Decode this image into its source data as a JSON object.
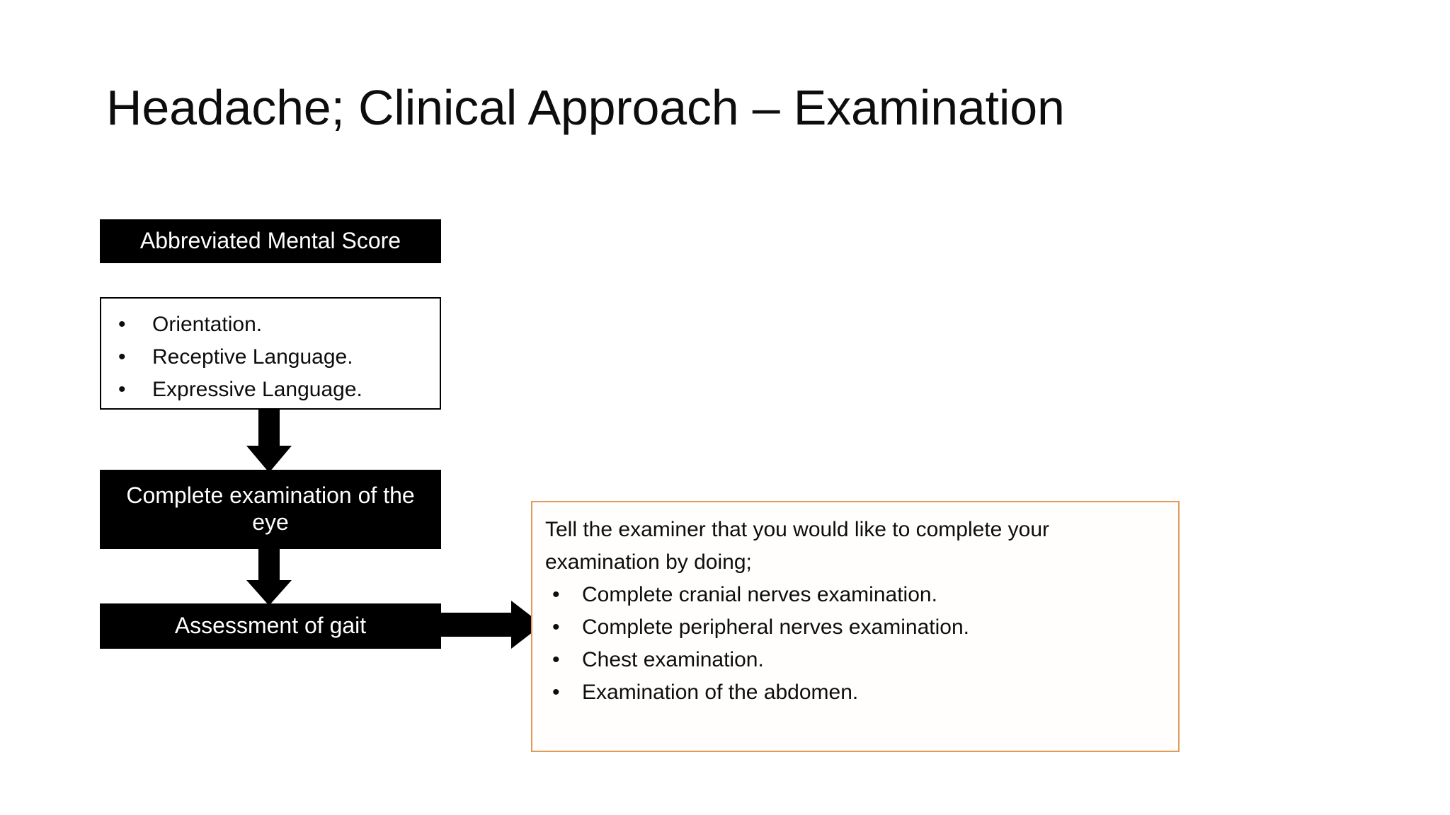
{
  "slide": {
    "title": "Headache; Clinical Approach – Examination",
    "background_color": "#ffffff"
  },
  "colors": {
    "box_fill": "#000000",
    "box_text": "#ffffff",
    "body_text": "#0d0d0d",
    "callout_border": "#E09A5A",
    "callout_fill": "#fffefc",
    "arrow": "#000000",
    "outline_box_border": "#000000"
  },
  "flow": {
    "step_1": {
      "label": "Abbreviated Mental Score"
    },
    "step_1_details": {
      "bullet_glyph": "•",
      "items": [
        "Orientation.",
        "Receptive Language.",
        "Expressive Language."
      ]
    },
    "step_2": {
      "label": "Complete examination of the eye"
    },
    "step_3": {
      "label": "Assessment of gait"
    },
    "arrows": [
      {
        "name": "ams-to-eye",
        "direction": "down"
      },
      {
        "name": "eye-to-gait",
        "direction": "down"
      },
      {
        "name": "gait-to-callout",
        "direction": "right"
      }
    ]
  },
  "callout": {
    "lead_text": "Tell the examiner that you would like to complete your examination by doing;",
    "bullet_glyph": "•",
    "items": [
      "Complete cranial nerves examination.",
      "Complete peripheral nerves examination.",
      "Chest examination.",
      "Examination of the abdomen."
    ]
  }
}
